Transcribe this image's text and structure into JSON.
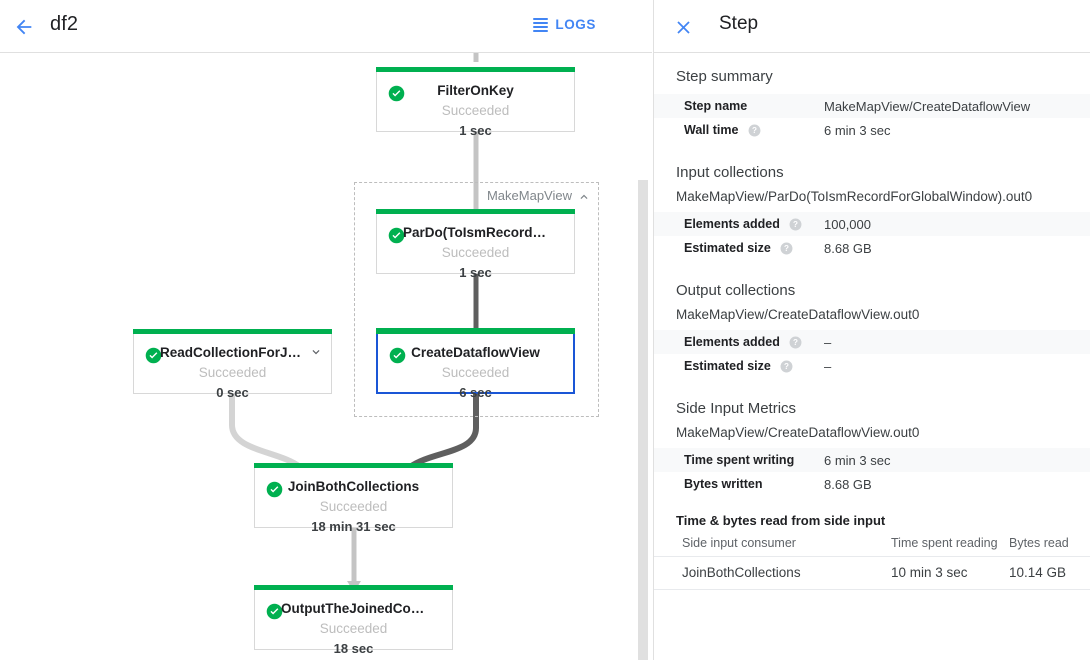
{
  "topbar": {
    "back_icon": "arrow-back-icon",
    "job_title": "df2",
    "logs_label": "LOGS",
    "logs_icon": "logs-list-icon",
    "accent_blue": "#4285f4"
  },
  "graph": {
    "group": {
      "label": "MakeMapView",
      "collapse_icon": "chevron-up-icon"
    },
    "status_green": "#00b050",
    "selected_border": "#1a56d6",
    "nodes": [
      {
        "id": "filter-on-key",
        "name": "FilterOnKey",
        "status": "Succeeded",
        "time": "1 sec",
        "selected": false,
        "has_chevron": false
      },
      {
        "id": "pardo-toismrecord",
        "name": "ParDo(ToIsmRecordFor…",
        "status": "Succeeded",
        "time": "1 sec",
        "selected": false,
        "has_chevron": false
      },
      {
        "id": "create-dataflow-view",
        "name": "CreateDataflowView",
        "status": "Succeeded",
        "time": "6 sec",
        "selected": true,
        "has_chevron": false
      },
      {
        "id": "read-collection-for-join",
        "name": "ReadCollectionForJoin",
        "status": "Succeeded",
        "time": "0 sec",
        "selected": false,
        "has_chevron": true
      },
      {
        "id": "join-both-collections",
        "name": "JoinBothCollections",
        "status": "Succeeded",
        "time": "18 min 31 sec",
        "selected": false,
        "has_chevron": false
      },
      {
        "id": "output-the-joined-collection",
        "name": "OutputTheJoinedCollec…",
        "status": "Succeeded",
        "time": "18 sec",
        "selected": false,
        "has_chevron": false
      }
    ]
  },
  "panel": {
    "close_icon": "close-icon",
    "title": "Step",
    "step_summary": {
      "heading": "Step summary",
      "rows": [
        {
          "key": "Step name",
          "value": "MakeMapView/CreateDataflowView",
          "help": false,
          "shaded": true
        },
        {
          "key": "Wall time",
          "value": "6 min 3 sec",
          "help": true,
          "shaded": false
        }
      ]
    },
    "input_collections": {
      "heading": "Input collections",
      "collection": "MakeMapView/ParDo(ToIsmRecordForGlobalWindow).out0",
      "rows": [
        {
          "key": "Elements added",
          "value": "100,000",
          "help": true,
          "shaded": true
        },
        {
          "key": "Estimated size",
          "value": "8.68 GB",
          "help": true,
          "shaded": false
        }
      ]
    },
    "output_collections": {
      "heading": "Output collections",
      "collection": "MakeMapView/CreateDataflowView.out0",
      "rows": [
        {
          "key": "Elements added",
          "value": "–",
          "help": true,
          "shaded": true
        },
        {
          "key": "Estimated size",
          "value": "–",
          "help": true,
          "shaded": false
        }
      ]
    },
    "side_input_metrics": {
      "heading": "Side Input Metrics",
      "collection": "MakeMapView/CreateDataflowView.out0",
      "rows": [
        {
          "key": "Time spent writing",
          "value": "6 min 3 sec",
          "help": false,
          "shaded": true
        },
        {
          "key": "Bytes written",
          "value": "8.68 GB",
          "help": false,
          "shaded": false
        }
      ],
      "table_heading": "Time & bytes read from side input",
      "columns": [
        "Side input consumer",
        "Time spent reading",
        "Bytes read"
      ],
      "table_rows": [
        [
          "JoinBothCollections",
          "10 min 3 sec",
          "10.14 GB"
        ]
      ]
    }
  }
}
